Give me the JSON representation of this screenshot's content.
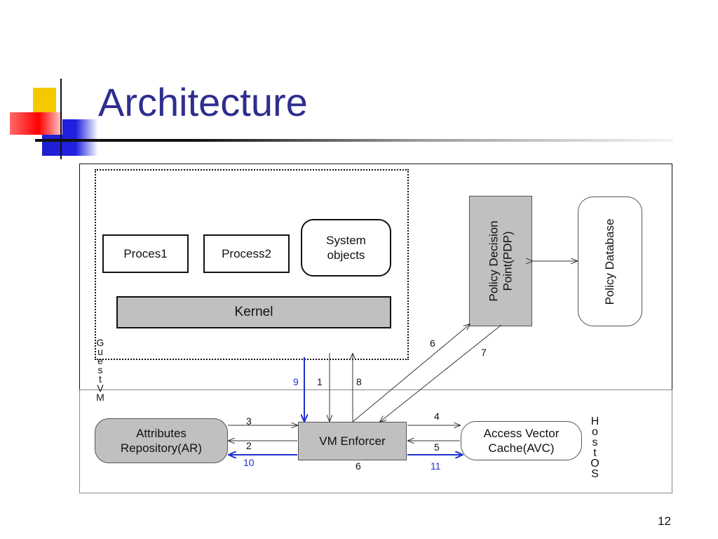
{
  "slide": {
    "title": "Architecture",
    "page_number": "12"
  },
  "diagram": {
    "guest_vm_label": "GuestVM",
    "host_os_label": "HostOS",
    "process1": "Proces1",
    "process2": "Process2",
    "system_objects": "System objects",
    "kernel": "Kernel",
    "pdp": "Policy Decision Point(PDP)",
    "policy_database": "Policy Database",
    "attributes_repository": "Attributes Repository(AR)",
    "vm_enforcer": "VM Enforcer",
    "avc": "Access Vector Cache(AVC)",
    "edge_labels": {
      "e1": "1",
      "e2": "2",
      "e3": "3",
      "e4": "4",
      "e5": "5",
      "e6_top": "6",
      "e6_bottom": "6",
      "e7": "7",
      "e8": "8",
      "e9": "9",
      "e10": "10",
      "e11": "11"
    },
    "colors": {
      "highlight_arrow": "#1f2fd0",
      "box_fill": "#c0c0c0",
      "title": "#2E2E8F"
    }
  }
}
